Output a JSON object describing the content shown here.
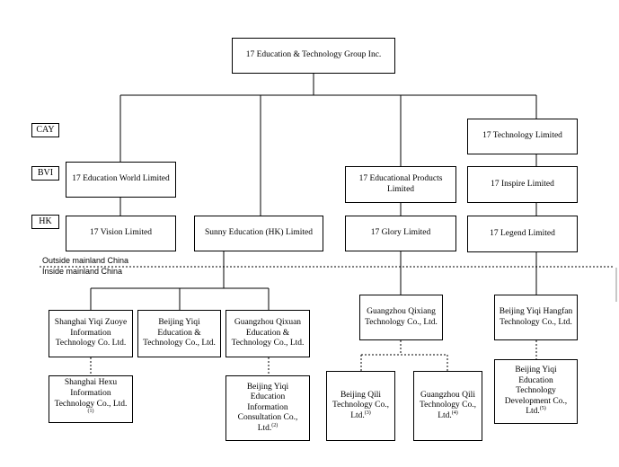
{
  "jurisdictions": {
    "cay": "CAY",
    "bvi": "BVI",
    "hk": "HK"
  },
  "regions": {
    "outside": "Outside mainland China",
    "inside": "Inside mainland China"
  },
  "footnote_marks": {
    "n1": "(1)",
    "n2": "(2)",
    "n3": "(3)",
    "n4": "(4)",
    "n5": "(5)"
  },
  "entities": {
    "group": "17 Education & Technology Group Inc.",
    "tech_ltd": "17 Technology Limited",
    "edu_world": "17 Education World Limited",
    "edu_products": "17 Educational Products Limited",
    "inspire": "17 Inspire Limited",
    "vision": "17 Vision Limited",
    "sunny": "Sunny Education (HK) Limited",
    "glory": "17 Glory Limited",
    "legend": "17 Legend Limited",
    "sh_zuoye": "Shanghai Yiqi Zuoye Information Technology Co. Ltd.",
    "bj_yiqi_edu": "Beijing Yiqi Education & Technology Co., Ltd.",
    "gz_qixuan": "Guangzhou Qixuan Education & Technology Co., Ltd.",
    "gz_qixiang": "Guangzhou Qixiang Technology Co., Ltd.",
    "bj_hangfan": "Beijing Yiqi Hangfan Technology Co., Ltd.",
    "sh_hexu": "Shanghai Hexu Information Technology Co., Ltd.",
    "bj_consult": "Beijing Yiqi Education Information Consultation Co., Ltd.",
    "bj_qili": "Beijing Qili Technology Co., Ltd.",
    "gz_qili": "Guangzhou Qili Technology Co., Ltd.",
    "bj_dev": "Beijing Yiqi Education Technology Development Co., Ltd."
  }
}
